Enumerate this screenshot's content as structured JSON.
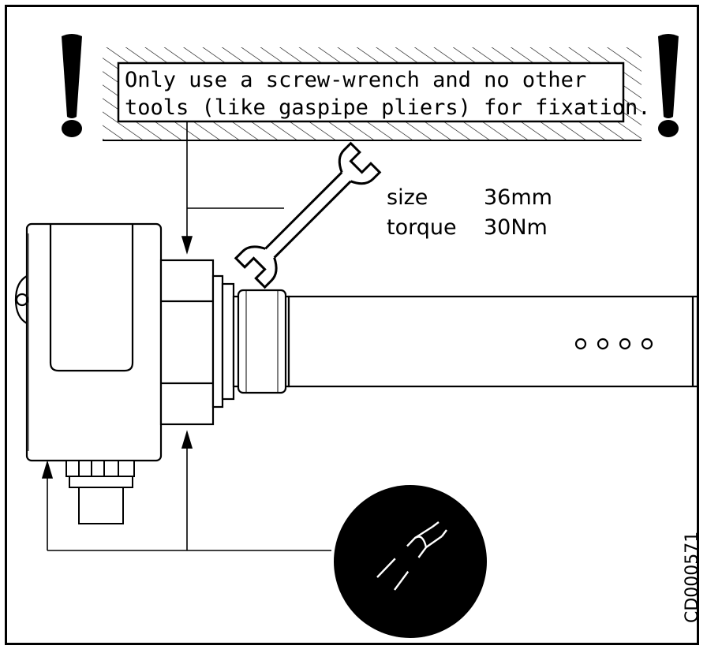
{
  "warning": {
    "line1": "Only use a screw-wrench and no other",
    "line2": "tools (like gaspipe pliers) for fixation."
  },
  "wrench_spec": {
    "size_label": "size",
    "size_value": "36mm",
    "torque_label": "torque",
    "torque_value": "30Nm"
  },
  "drawing_code": "CD000571"
}
